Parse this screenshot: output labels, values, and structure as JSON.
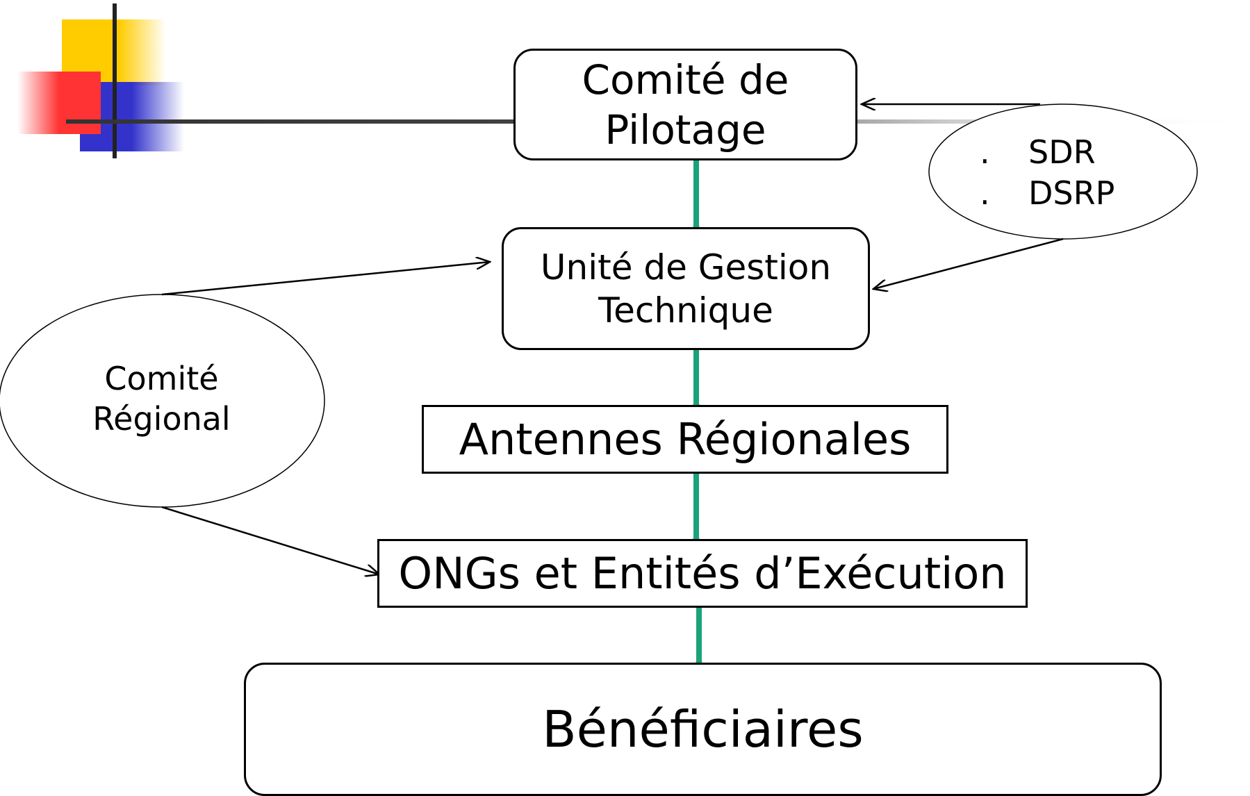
{
  "nodes": {
    "comite_pilotage": {
      "line1": "Comité de",
      "line2": "Pilotage"
    },
    "ugt": {
      "line1": "Unité de Gestion",
      "line2": "Technique"
    },
    "antennes": "Antennes Régionales",
    "ongs": "ONGs et Entités d’Exécution",
    "beneficiaires": "Bénéficiaires",
    "comite_regional": {
      "line1": "Comité",
      "line2": "Régional"
    },
    "sdr_dsrp": [
      {
        "bullet": ".",
        "label": "SDR"
      },
      {
        "bullet": ".",
        "label": "DSRP"
      }
    ]
  },
  "colors": {
    "flow_arrow": "#1aa37a",
    "logo_yellow": "#ffcc00",
    "logo_red": "#ff3333",
    "logo_blue": "#3333cc"
  }
}
